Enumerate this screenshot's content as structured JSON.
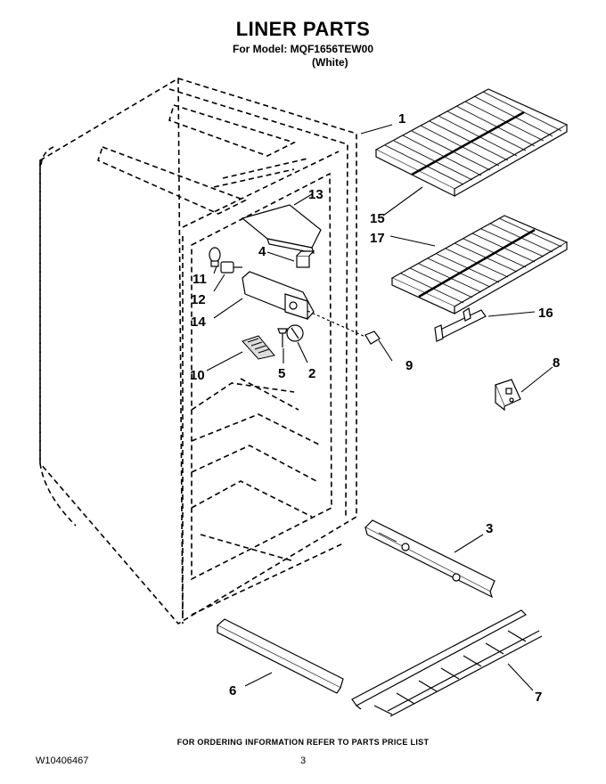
{
  "header": {
    "title": "LINER PARTS",
    "model_line": "For Model: MQF1656TEW00",
    "variant": "(White)"
  },
  "callouts": [
    "1",
    "2",
    "3",
    "4",
    "5",
    "6",
    "7",
    "8",
    "9",
    "10",
    "11",
    "12",
    "13",
    "14",
    "15",
    "16",
    "17"
  ],
  "footer": {
    "ordering_note": "FOR ORDERING INFORMATION REFER TO PARTS PRICE LIST",
    "doc_number": "W10406467",
    "page_number": "3"
  }
}
